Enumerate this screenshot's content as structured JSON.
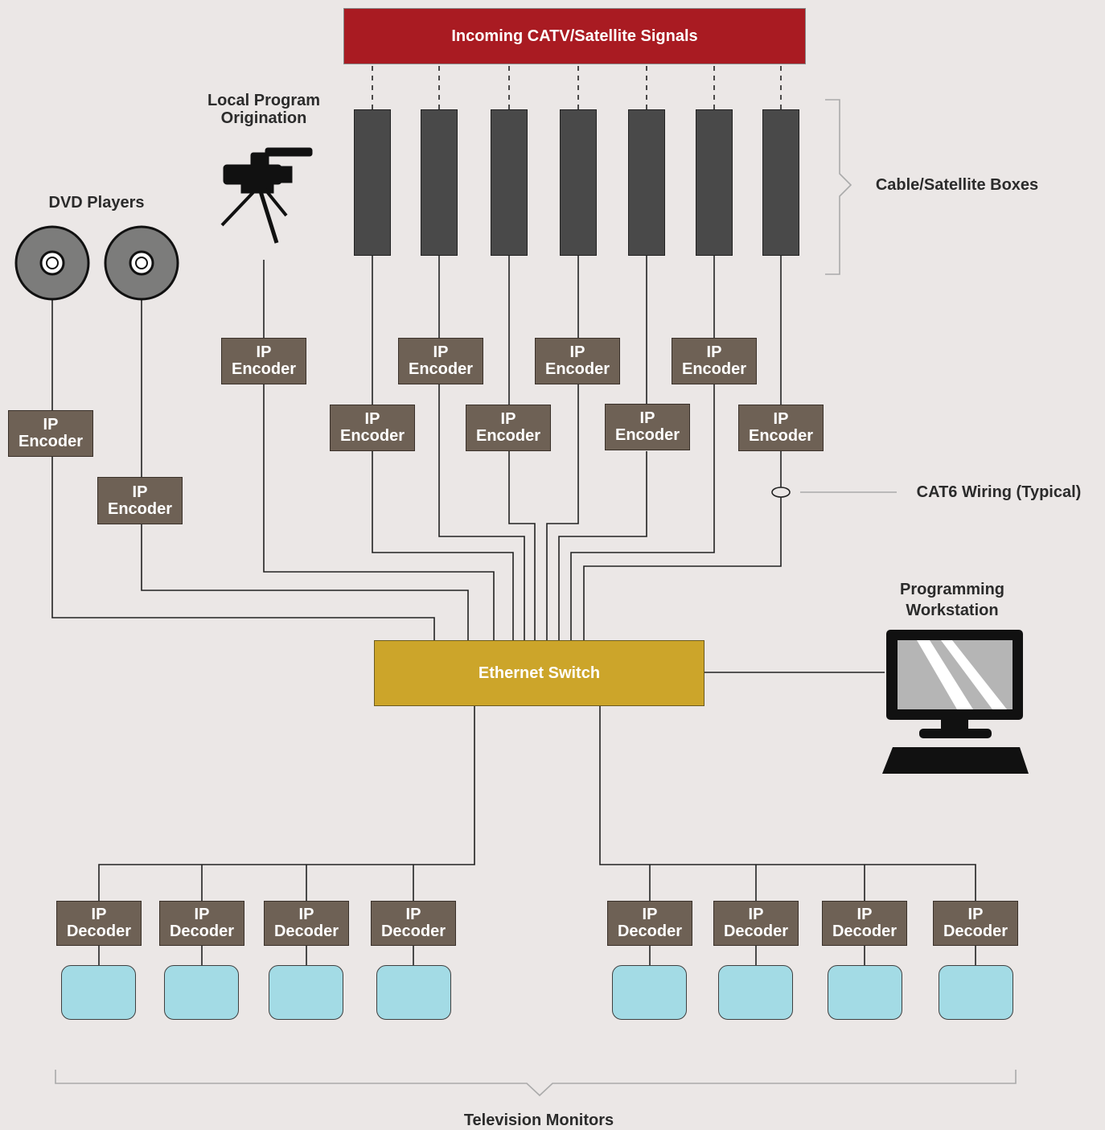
{
  "incoming_signals": "Incoming CATV/Satellite Signals",
  "local_program_origination": "Local Program\nOrigination",
  "dvd_players": "DVD Players",
  "cable_satellite_boxes": "Cable/Satellite Boxes",
  "cat6_wiring": "CAT6 Wiring (Typical)",
  "programming_workstation": "Programming\nWorkstation",
  "ethernet_switch": "Ethernet Switch",
  "television_monitors": "Television Monitors",
  "encoder": {
    "line1": "IP",
    "line2": "Encoder"
  },
  "decoder": {
    "line1": "IP",
    "line2": "Decoder"
  },
  "colors": {
    "background": "#ebe7e6",
    "signals": "#a91b22",
    "box": "#494949",
    "encoder": "#6e6155",
    "switch": "#cca52a",
    "monitor": "#a3dbe5"
  }
}
